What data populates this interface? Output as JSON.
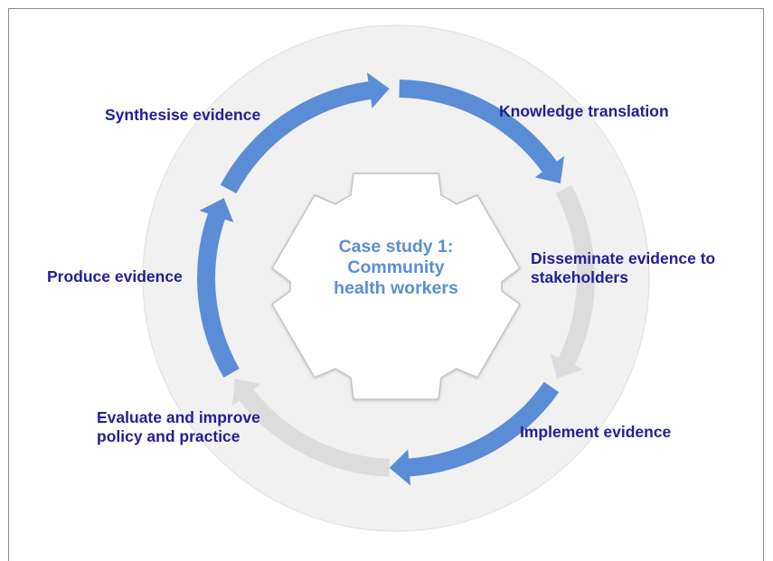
{
  "center": {
    "title": "Case study 1: Community health workers"
  },
  "steps": [
    {
      "label": "Synthesise evidence",
      "state": "active"
    },
    {
      "label": "Knowledge translation",
      "state": "active"
    },
    {
      "label": "Disseminate evidence to stakeholders",
      "state": "inactive"
    },
    {
      "label": "Implement evidence",
      "state": "active"
    },
    {
      "label": "Evaluate and improve policy and practice",
      "state": "inactive"
    },
    {
      "label": "Produce evidence",
      "state": "active"
    }
  ],
  "colors": {
    "active_arrow": "#5b8dd6",
    "inactive_arrow": "#dcdcdc",
    "ring_fill": "#f1f1f1",
    "label_text": "#1f1f99",
    "center_text": "#5b8fd0"
  }
}
